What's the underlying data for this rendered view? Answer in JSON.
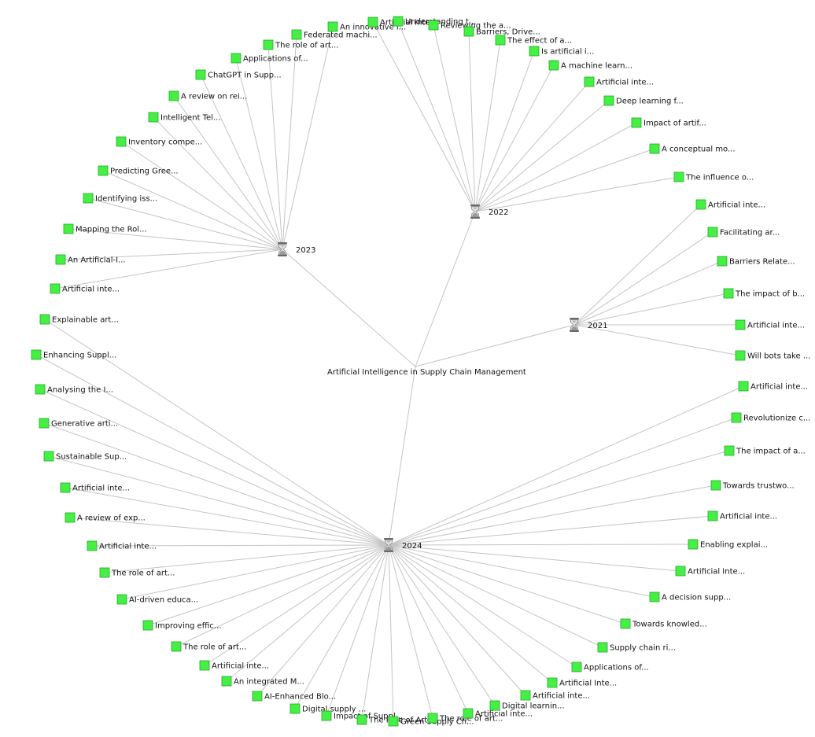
{
  "root": {
    "label": "Artificial Intelligence in Supply Chain Management"
  },
  "colors": {
    "leaf_fill": "#44f044",
    "leaf_stroke": "#2aa52a",
    "edge": "#c4c4c4",
    "background": "#ffffff"
  },
  "icons": {
    "year_node": "hourglass-icon",
    "leaf_node": "green-square-icon"
  },
  "years": [
    {
      "year": "2023",
      "items": [
        "An innovative i...",
        "Federated machi...",
        "The role of art...",
        "Applications of...",
        "ChatGPT in Supp...",
        "A review on rei...",
        "Intelligent Tel...",
        "Inventory compe...",
        "Predicting Gree...",
        "Identifying iss...",
        "Mapping the Rol...",
        "An Artificial-I...",
        "Artificial inte..."
      ]
    },
    {
      "year": "2022",
      "items": [
        "Artificial inte...",
        "Understanding t...",
        "Reviewing the a...",
        "Barriers, Drive...",
        "The effect of a...",
        "Is artificial i...",
        "A machine learn...",
        "Artificial inte...",
        "Deep learning f...",
        "Impact of artif...",
        "A conceptual mo...",
        "The influence o..."
      ]
    },
    {
      "year": "2021",
      "items": [
        "Artificial inte...",
        "Facilitating ar...",
        "Barriers Relate...",
        "The impact of b...",
        "Artificial inte...",
        "Will bots take ..."
      ]
    },
    {
      "year": "2024",
      "items": [
        "Explainable art...",
        "Enhancing Suppl...",
        "Analysing the I...",
        "Generative arti...",
        "Sustainable Sup...",
        "Artificial inte...",
        "A review of exp...",
        "Artificial inte...",
        "The role of art...",
        "AI-driven educa...",
        "Improving effic...",
        "The role of art...",
        "Artificial inte...",
        "An integrated M...",
        "AI-Enhanced Blo...",
        "Digital supply ...",
        "Impact of Suppl...",
        "The Role of Art...",
        "Green Supply Ch...",
        "The role of art...",
        "Artificial inte...",
        "Digital learnin...",
        "Artificial inte...",
        "Artificial Inte...",
        "Applications of...",
        "Supply chain ri...",
        "Towards knowled...",
        "A decision supp...",
        "Artificial Inte...",
        "Enabling explai...",
        "Artificial inte...",
        "Towards trustwo...",
        "The impact of a...",
        "Revolutionize c...",
        "Artificial inte..."
      ]
    }
  ]
}
